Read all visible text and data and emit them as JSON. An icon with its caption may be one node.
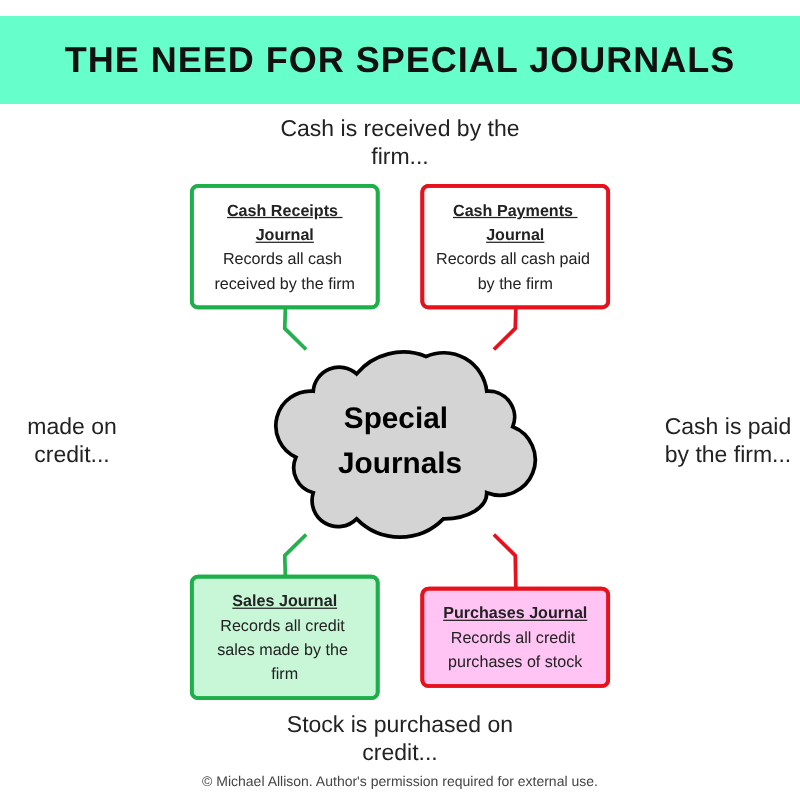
{
  "diagram": {
    "title": "THE NEED FOR SPECIAL JOURNALS",
    "nodes": [
      {
        "text": [
          "Cash Receipts Journal",
          "Records all cash received by the firm"
        ]
      },
      {
        "text": [
          "Cash Payments Journal",
          "Records all cash paid by the firm"
        ]
      },
      {
        "text": [
          "Special Journals"
        ]
      },
      {
        "text": [
          "Sales Journal",
          "Records all credit sales made by the firm"
        ]
      },
      {
        "text": [
          "Purchases Journal",
          "Records all credit purchases of stock"
        ]
      }
    ],
    "edges": [
      {
        "from": 0,
        "to": 2,
        "arrow": "none",
        "color": "#22b14c"
      },
      {
        "from": 1,
        "to": 2,
        "arrow": "none",
        "color": "#e8101a"
      },
      {
        "from": 2,
        "to": 3,
        "arrow": "none",
        "color": "#22b14c"
      },
      {
        "from": 2,
        "to": 4,
        "arrow": "none",
        "color": "#e8101a"
      }
    ],
    "labels": [
      "Cash is received by the firm...",
      "made on credit...",
      "Cash is paid by the firm...",
      "Stock is purchased on credit...",
      "© Michael Allison. Author's permission required for external use."
    ]
  }
}
